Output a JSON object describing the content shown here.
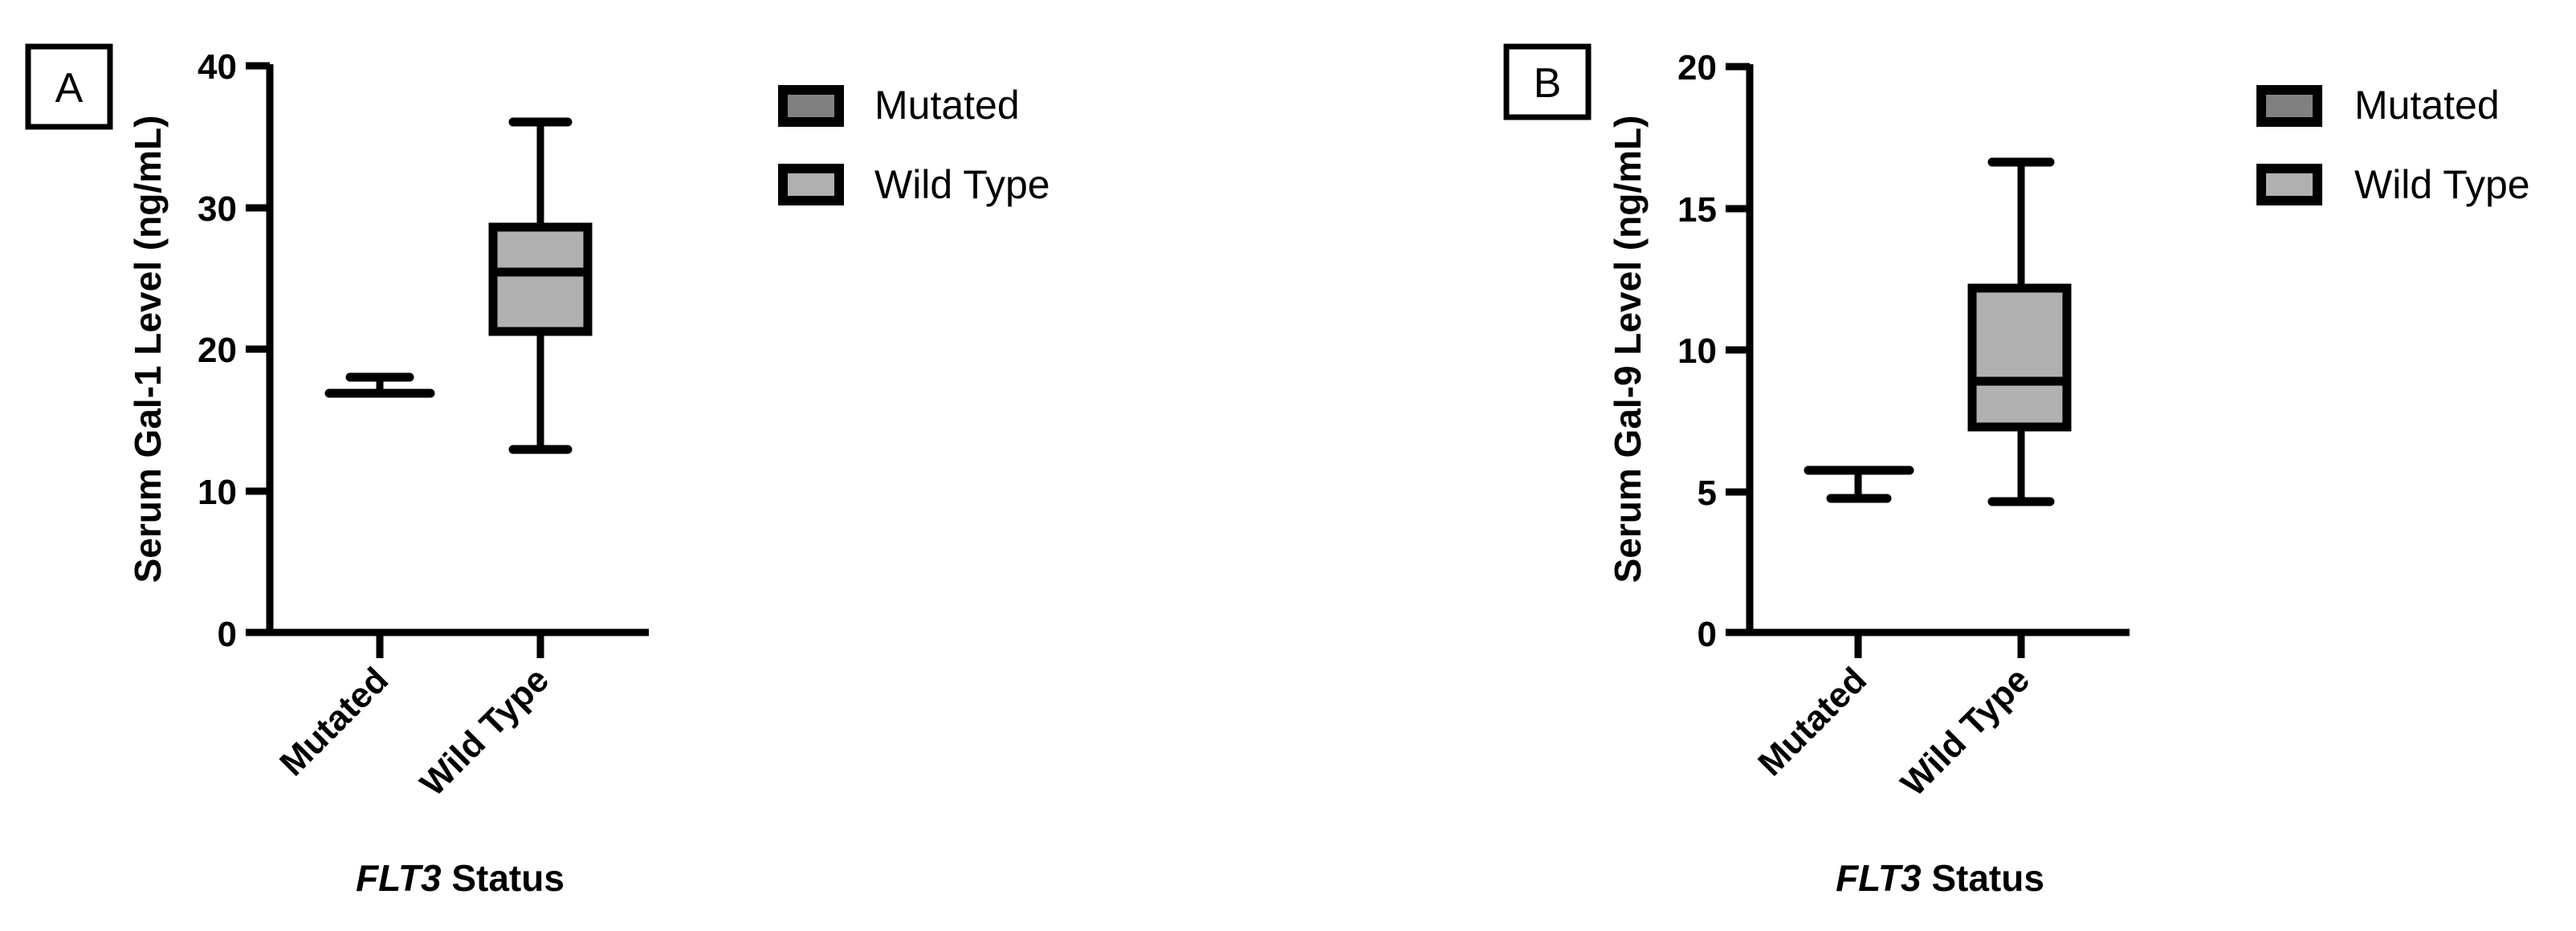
{
  "chart_data": [
    {
      "type": "box",
      "panel": "A",
      "title": "",
      "xlabel_italic": "FLT3",
      "xlabel_rest": " Status",
      "xlabel": "FLT3 Status",
      "ylabel": "Serum Gal-1 Level (ng/mL)",
      "ylim": [
        0,
        40
      ],
      "yticks": [
        "0",
        "10",
        "20",
        "30",
        "40"
      ],
      "categories": [
        "Mutated",
        "Wild Type"
      ],
      "series": [
        {
          "name": "Mutated",
          "color": "#808080",
          "min": 16.9,
          "q1": 16.9,
          "median": 17.0,
          "q3": 17.1,
          "max": 18.1
        },
        {
          "name": "Wild Type",
          "color": "#b0b0b0",
          "min": 13.0,
          "q1": 21.3,
          "median": 25.5,
          "q3": 28.6,
          "max": 36.0
        }
      ],
      "legend": [
        {
          "label": "Mutated",
          "color": "#808080"
        },
        {
          "label": "Wild Type",
          "color": "#b0b0b0"
        }
      ],
      "legend_position": "right",
      "grid": false
    },
    {
      "type": "box",
      "panel": "B",
      "title": "",
      "xlabel_italic": "FLT3",
      "xlabel_rest": " Status",
      "xlabel": "FLT3 Status",
      "ylabel": "Serum Gal-9 Level (ng/mL)",
      "ylim": [
        0,
        20
      ],
      "yticks": [
        "0",
        "5",
        "10",
        "15",
        "20"
      ],
      "categories": [
        "Mutated",
        "Wild Type"
      ],
      "series": [
        {
          "name": "Mutated",
          "color": "#808080",
          "min": 4.8,
          "q1": 5.7,
          "median": 5.75,
          "q3": 5.8,
          "max": 5.8
        },
        {
          "name": "Wild Type",
          "color": "#b0b0b0",
          "min": 4.7,
          "q1": 7.3,
          "median": 8.9,
          "q3": 12.2,
          "max": 16.7
        }
      ],
      "legend": [
        {
          "label": "Mutated",
          "color": "#808080"
        },
        {
          "label": "Wild Type",
          "color": "#b0b0b0"
        }
      ],
      "legend_position": "right",
      "grid": false
    }
  ]
}
